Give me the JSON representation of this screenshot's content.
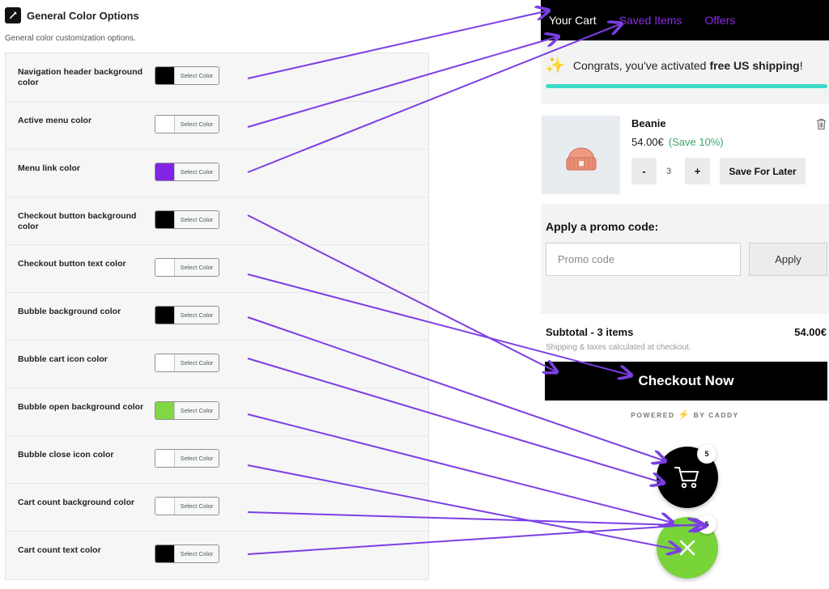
{
  "settings": {
    "title": "General Color Options",
    "description": "General color customization options.",
    "picker_label": "Select Color",
    "options": [
      {
        "label": "Navigation header background color",
        "color": "#000000"
      },
      {
        "label": "Active menu color",
        "color": "#ffffff"
      },
      {
        "label": "Menu link color",
        "color": "#8224e3"
      },
      {
        "label": "Checkout button background color",
        "color": "#000000"
      },
      {
        "label": "Checkout button text color",
        "color": "#ffffff"
      },
      {
        "label": "Bubble background color",
        "color": "#000000"
      },
      {
        "label": "Bubble cart icon color",
        "color": "#ffffff"
      },
      {
        "label": "Bubble open background color",
        "color": "#81d742"
      },
      {
        "label": "Bubble close icon color",
        "color": "#ffffff"
      },
      {
        "label": "Cart count background color",
        "color": "#ffffff"
      },
      {
        "label": "Cart count text color",
        "color": "#000000"
      }
    ]
  },
  "cart": {
    "tabs": [
      "Your Cart",
      "Saved Items",
      "Offers"
    ],
    "shipping_prefix": "Congrats, you've activated",
    "shipping_bold": "free US shipping",
    "shipping_suffix": "!",
    "shipping_progress": 1.0,
    "item": {
      "name": "Beanie",
      "price": "54.00€",
      "savings": "(Save 10%)",
      "minus": "-",
      "quantity": "3",
      "plus": "+",
      "save_for_later": "Save For Later"
    },
    "promo": {
      "title": "Apply a promo code:",
      "placeholder": "Promo code",
      "apply": "Apply"
    },
    "subtotal_label": "Subtotal - 3 items",
    "subtotal_amount": "54.00€",
    "shipping_note": "Shipping & taxes calculated at checkout.",
    "checkout": "Checkout Now",
    "powered_prefix": "POWERED",
    "powered_suffix": "BY CADDY",
    "count": "5"
  },
  "colors": {
    "arrow": "#7b3fe4",
    "nav_link": "#8a2be2",
    "bubble_open": "#79d43a"
  }
}
